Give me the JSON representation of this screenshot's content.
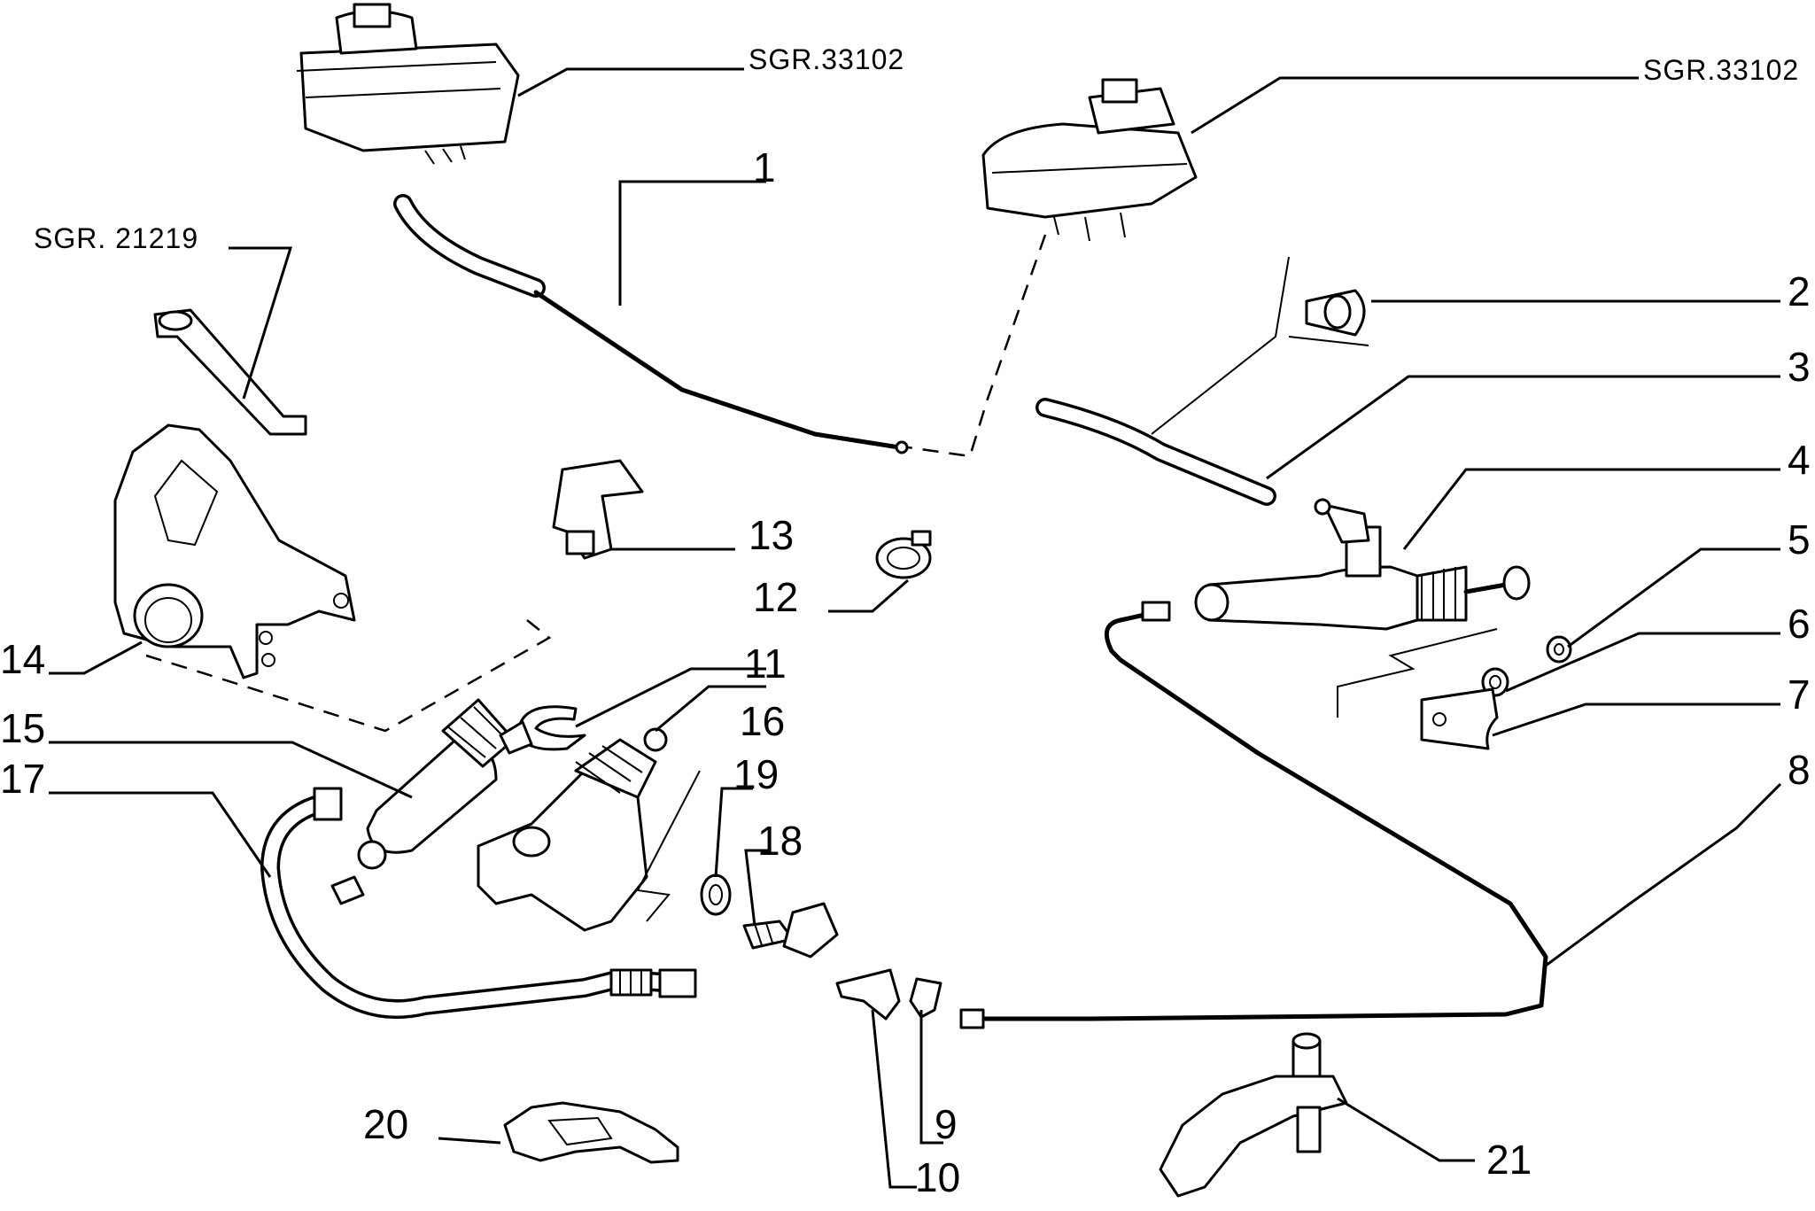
{
  "references": {
    "reservoir_left": "SGR.33102",
    "reservoir_right": "SGR.33102",
    "pedal_lever": "SGR. 21219"
  },
  "callouts": [
    "1",
    "2",
    "3",
    "4",
    "5",
    "6",
    "7",
    "8",
    "9",
    "10",
    "11",
    "12",
    "13",
    "14",
    "15",
    "16",
    "17",
    "18",
    "19",
    "20",
    "21"
  ]
}
